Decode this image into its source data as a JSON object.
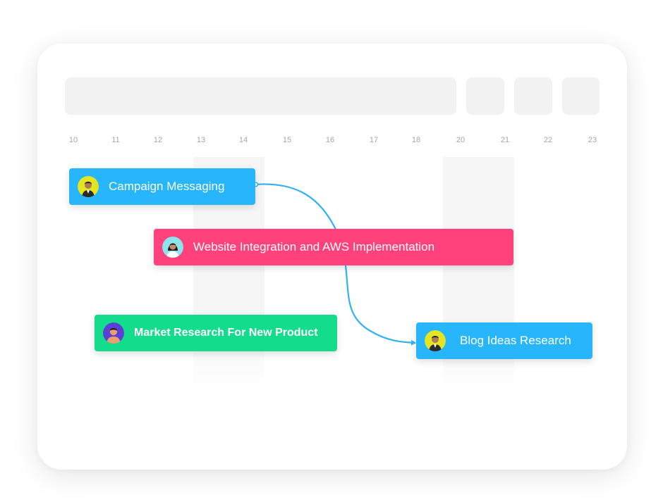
{
  "timeline": {
    "days": [
      "10",
      "11",
      "12",
      "13",
      "14",
      "15",
      "16",
      "17",
      "18",
      "20",
      "21",
      "22",
      "23"
    ]
  },
  "tasks": [
    {
      "id": "campaign",
      "label": "Campaign Messaging",
      "color": "#27b5fb",
      "avatar": "man-yellow-bg"
    },
    {
      "id": "website",
      "label": "Website Integration and AWS Implementation",
      "color": "#ff427c",
      "avatar": "woman-cyan-bg"
    },
    {
      "id": "market",
      "label": "Market Research For New Product",
      "color": "#13dc8c",
      "avatar": "man-purple-bg"
    },
    {
      "id": "blog",
      "label": "Blog Ideas Research",
      "color": "#27b5fb",
      "avatar": "man-yellow-bg"
    }
  ],
  "dependencies": [
    {
      "from": "campaign",
      "to": "website"
    },
    {
      "from": "website",
      "to": "blog"
    }
  ],
  "colors": {
    "link": "#33b1f2",
    "placeholder": "#f2f2f2",
    "weekend": "#f6f6f6"
  }
}
